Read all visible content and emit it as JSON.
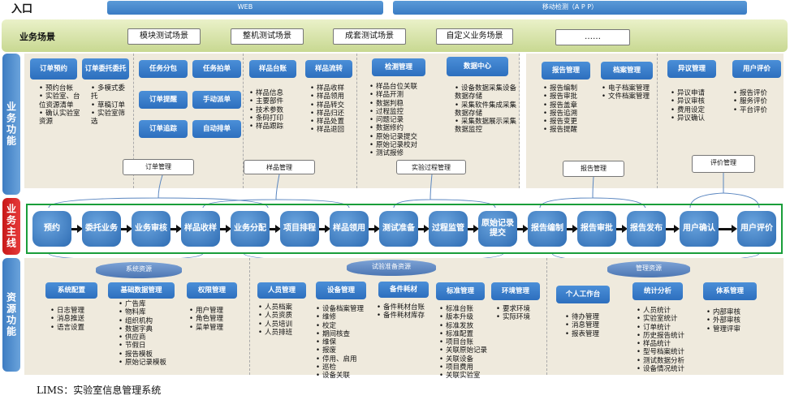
{
  "header": {
    "entry": "入口",
    "web": "WEB",
    "mobile": "移动检测（A P P）"
  },
  "scenes": {
    "label": "业务场景",
    "items": [
      "模块测试场景",
      "整机测试场景",
      "成套测试场景",
      "自定义业务场景",
      "……"
    ]
  },
  "side": {
    "func": "业务功能",
    "main": "业务主线",
    "res": "资源功能"
  },
  "func": {
    "order": {
      "b1": "订单预约",
      "b2": "订单委托委托",
      "list1": [
        "预约台帐",
        "实验室、台位资源清单",
        "确认实验室资源"
      ],
      "list2": [
        "多模式委托",
        "草稿订单",
        "实验室筛选"
      ],
      "label": "订单管理"
    },
    "task": {
      "buttons": [
        "任务分包",
        "任务拍单",
        "订单提醒",
        "手动派单",
        "订单追踪",
        "自动排单"
      ]
    },
    "sample": {
      "b1": "样品台账",
      "b2": "样品流转",
      "list1": [
        "样品信息",
        "主要部件",
        "技术参数",
        "条码打印",
        "样品跟踪"
      ],
      "list2": [
        "样品收样",
        "样品领用",
        "样品转交",
        "样品归还",
        "样品处置",
        "样品退回"
      ],
      "label": "样品管理"
    },
    "test": {
      "b1": "检测管理",
      "b2": "数据中心",
      "list1": [
        "样品台位关联",
        "样品开测",
        "数据判稳",
        "过程监控",
        "问题记录",
        "数据修约",
        "原始记录提交",
        "原始记录校对",
        "测试报修"
      ],
      "list2": [
        "设备数据采集设备数据存储",
        "采集软件集成采集数据存储",
        "采集数据展示采集数据监控"
      ],
      "label": "实验过程管理"
    },
    "report": {
      "b1": "报告管理",
      "b2": "档案管理",
      "list1": [
        "报告编制",
        "报告审批",
        "报告盖章",
        "报告追溯",
        "报告变更",
        "报告提醒"
      ],
      "list2": [
        "电子档案管理",
        "文件档案管理"
      ],
      "label": "报告管理"
    },
    "eval": {
      "b1": "异议管理",
      "b2": "用户评价",
      "list1": [
        "异议申请",
        "异议审核",
        "费用设定",
        "异议确认"
      ],
      "list2": [
        "报告评价",
        "服务评价",
        "平台评价"
      ],
      "label": "评价管理"
    }
  },
  "flow": [
    "预约",
    "委托业务",
    "业务审核",
    "样品收样",
    "业务分配",
    "项目排程",
    "样品领用",
    "测试准备",
    "过程监管",
    "原始记录提交",
    "报告编制",
    "报告审批",
    "报告发布",
    "用户确认",
    "用户评价"
  ],
  "res": {
    "sys": {
      "cyl": "系统资源",
      "b1": "系统配置",
      "b2": "基础数据管理",
      "b3": "权限管理",
      "list1": [
        "日志管理",
        "消息推送",
        "语言设置"
      ],
      "list2": [
        "广告库",
        "物料库",
        "组织机构",
        "数据字典",
        "供应商",
        "节假日",
        "报告模板",
        "原始记录模板"
      ],
      "list3": [
        "用户管理",
        "角色管理",
        "菜单管理"
      ]
    },
    "prep": {
      "cyl": "试验准备资源",
      "b1": "人员管理",
      "b2": "设备管理",
      "b3": "备件耗材",
      "b4": "标准管理",
      "b5": "环境管理",
      "list1": [
        "人员档案",
        "人员资质",
        "人员培训",
        "人员排班"
      ],
      "list2": [
        "设备档案管理",
        "维修",
        "校定",
        "期间核查",
        "维保",
        "报废",
        "停用、启用",
        "巡检",
        "设备关联"
      ],
      "list3": [
        "备件耗材台账",
        "备件耗材库存"
      ],
      "list4": [
        "标准台账",
        "版本升级",
        "标准发放",
        "标准配置",
        "项目台账",
        "关联原始记录",
        "关联设备",
        "项目费用",
        "关联实验室"
      ],
      "list5": [
        "要求环境",
        "实际环境"
      ]
    },
    "mgmt": {
      "cyl": "管理资源",
      "b1": "个人工作台",
      "b2": "统计分析",
      "b3": "体系管理",
      "list1": [
        "待办管理",
        "消息管理",
        "报表管理"
      ],
      "list2": [
        "人员统计",
        "实验室统计",
        "订单统计",
        "历史报告统计",
        "样品统计",
        "型号档案统计",
        "测试数据分析",
        "设备情况统计"
      ],
      "list3": [
        "内部审核",
        "外部审核",
        "管理评审"
      ]
    }
  },
  "footer": "LIMS：实验室信息管理系统"
}
